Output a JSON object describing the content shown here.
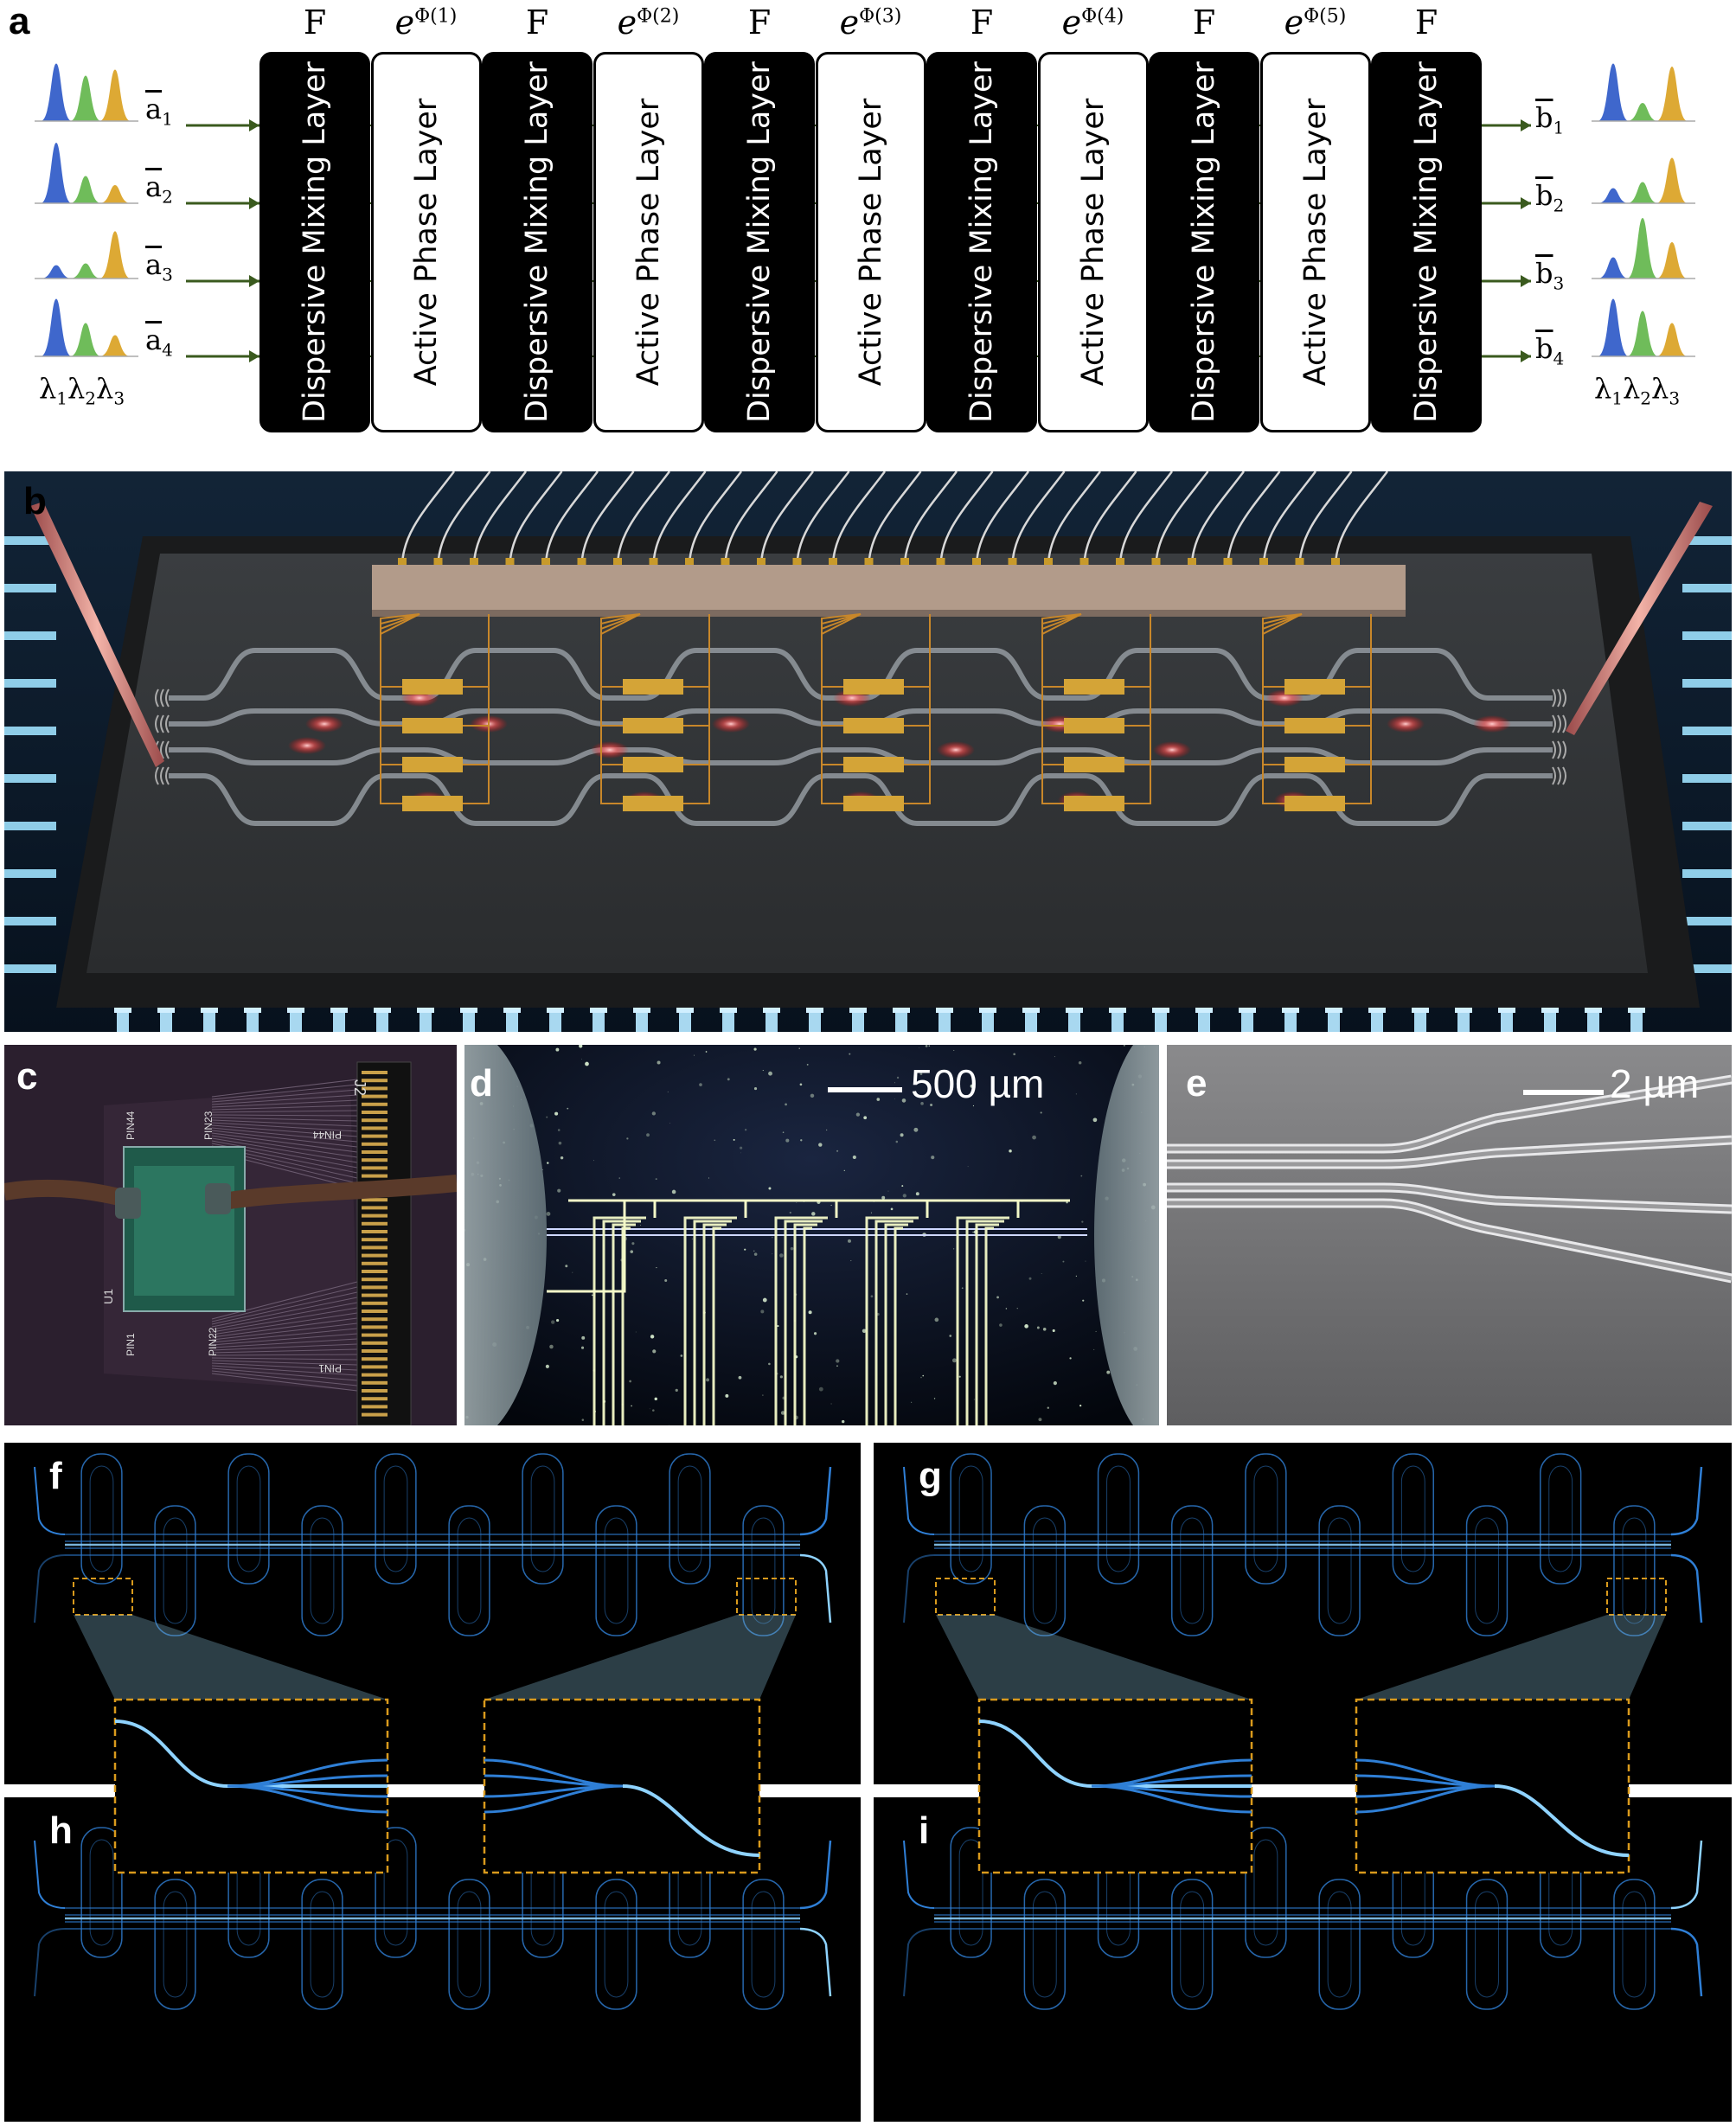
{
  "panel_a": {
    "label": "a",
    "layers": [
      {
        "top": "F",
        "text": "Dispersive Mixing Layer",
        "kind": "black"
      },
      {
        "top_base": "e",
        "top_sup": "Φ(1)",
        "text": "Active Phase Layer",
        "kind": "white"
      },
      {
        "top": "F",
        "text": "Dispersive Mixing Layer",
        "kind": "black"
      },
      {
        "top_base": "e",
        "top_sup": "Φ(2)",
        "text": "Active Phase Layer",
        "kind": "white"
      },
      {
        "top": "F",
        "text": "Dispersive Mixing Layer",
        "kind": "black"
      },
      {
        "top_base": "e",
        "top_sup": "Φ(3)",
        "text": "Active Phase Layer",
        "kind": "white"
      },
      {
        "top": "F",
        "text": "Dispersive Mixing Layer",
        "kind": "black"
      },
      {
        "top_base": "e",
        "top_sup": "Φ(4)",
        "text": "Active Phase Layer",
        "kind": "white"
      },
      {
        "top": "F",
        "text": "Dispersive Mixing Layer",
        "kind": "black"
      },
      {
        "top_base": "e",
        "top_sup": "Φ(5)",
        "text": "Active Phase Layer",
        "kind": "white"
      },
      {
        "top": "F",
        "text": "Dispersive Mixing Layer",
        "kind": "black"
      }
    ],
    "inputs": [
      {
        "base": "a",
        "sub": "1"
      },
      {
        "base": "a",
        "sub": "2"
      },
      {
        "base": "a",
        "sub": "3"
      },
      {
        "base": "a",
        "sub": "4"
      }
    ],
    "outputs": [
      {
        "base": "b",
        "sub": "1"
      },
      {
        "base": "b",
        "sub": "2"
      },
      {
        "base": "b",
        "sub": "3"
      },
      {
        "base": "b",
        "sub": "4"
      }
    ],
    "in_spectra": [
      [
        0.95,
        0.75,
        0.85
      ],
      [
        1.0,
        0.45,
        0.3
      ],
      [
        0.22,
        0.25,
        0.78
      ],
      [
        0.95,
        0.55,
        0.35
      ]
    ],
    "out_spectra": [
      [
        0.95,
        0.3,
        0.9
      ],
      [
        0.25,
        0.35,
        0.75
      ],
      [
        0.35,
        1.0,
        0.6
      ],
      [
        0.95,
        0.75,
        0.55
      ]
    ],
    "spectrum_colors": [
      "#2a56c6",
      "#5fb548",
      "#d9a01e"
    ],
    "lambda_label": {
      "l1": "1",
      "l2": "2",
      "l3": "3",
      "base": "λ"
    },
    "line_color": "#3a5a1e"
  },
  "panel_b": {
    "label": "b"
  },
  "panel_c": {
    "label": "c",
    "texts": {
      "j2": "J2",
      "pin44a": "PIN44",
      "pin23": "PIN23",
      "pin44b": "PIN44",
      "u1": "U1",
      "pin1a": "PIN1",
      "pin22": "PIN22",
      "pin1b": "PIN1"
    }
  },
  "panel_d": {
    "label": "d",
    "scale_text": "500 µm"
  },
  "panel_e": {
    "label": "e",
    "scale_text": "2 µm"
  },
  "panel_f": {
    "label": "f"
  },
  "panel_g": {
    "label": "g"
  },
  "panel_h": {
    "label": "h"
  },
  "panel_i": {
    "label": "i"
  },
  "colors": {
    "waveguide": "#2f7fd6",
    "glow": "#8fd3ff",
    "inset_border": "#d99a1c",
    "gold": "#c89a2a"
  }
}
